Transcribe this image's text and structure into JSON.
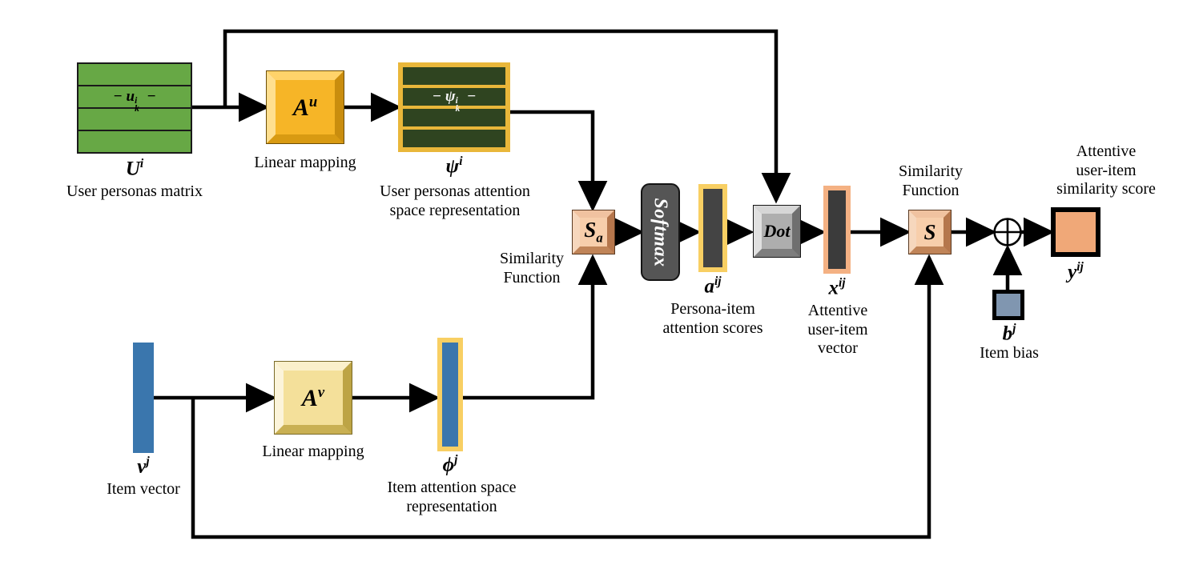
{
  "diagram": {
    "title": "Attentive user-item similarity architecture",
    "colors": {
      "green": "#67a845",
      "dark_green": "#2f4420",
      "gold": "#e9b73a",
      "amber": "#f6b527",
      "pale_yellow": "#f4e09a",
      "peach": "#f7ceab",
      "gray": "#aeaeae",
      "softmax_gray": "#555555",
      "blue": "#3a76ad",
      "bias_blue": "#8096b0",
      "output_orange": "#f0a878",
      "stroke": "#000000"
    }
  },
  "nodes": {
    "user_matrix": {
      "symbol": "U",
      "symbol_sup": "i",
      "caption": "User personas matrix",
      "row_label": "− u",
      "row_label_sub": "k",
      "row_label_sup": "i",
      "row_label_tail": " −",
      "rows": 4
    },
    "linear_map_user": {
      "label": "A",
      "label_sup": "u",
      "caption": "Linear mapping"
    },
    "psi_matrix": {
      "symbol": "ψ",
      "symbol_sup": "i",
      "caption": "User personas attention\nspace representation",
      "row_label": "− ψ",
      "row_label_sub": "k",
      "row_label_sup": "i",
      "row_label_tail": " −",
      "rows": 4
    },
    "similarity_a": {
      "label": "S",
      "label_sub": "a",
      "caption": "Similarity\nFunction"
    },
    "softmax": {
      "label": "Softmax"
    },
    "attention_scores": {
      "symbol": "a",
      "symbol_sup": "ij",
      "caption": "Persona-item\nattention scores"
    },
    "dot": {
      "label": "Dot"
    },
    "attentive_vector": {
      "symbol": "x",
      "symbol_sup": "ij",
      "caption": "Attentive\nuser-item\nvector"
    },
    "similarity_s": {
      "label": "S",
      "caption": "Similarity\nFunction"
    },
    "adder": {
      "label": "⊕"
    },
    "item_bias": {
      "symbol": "b",
      "symbol_sup": "j",
      "caption": "Item bias"
    },
    "output": {
      "symbol": "y",
      "symbol_sup": "ij",
      "caption": "Attentive\nuser-item\nsimilarity score"
    },
    "item_vector": {
      "symbol": "v",
      "symbol_sup": "j",
      "caption": "Item vector"
    },
    "linear_map_item": {
      "label": "A",
      "label_sup": "v",
      "caption": "Linear mapping"
    },
    "phi_vector": {
      "symbol": "ϕ",
      "symbol_sup": "j",
      "caption": "Item attention space\nrepresentation"
    }
  }
}
